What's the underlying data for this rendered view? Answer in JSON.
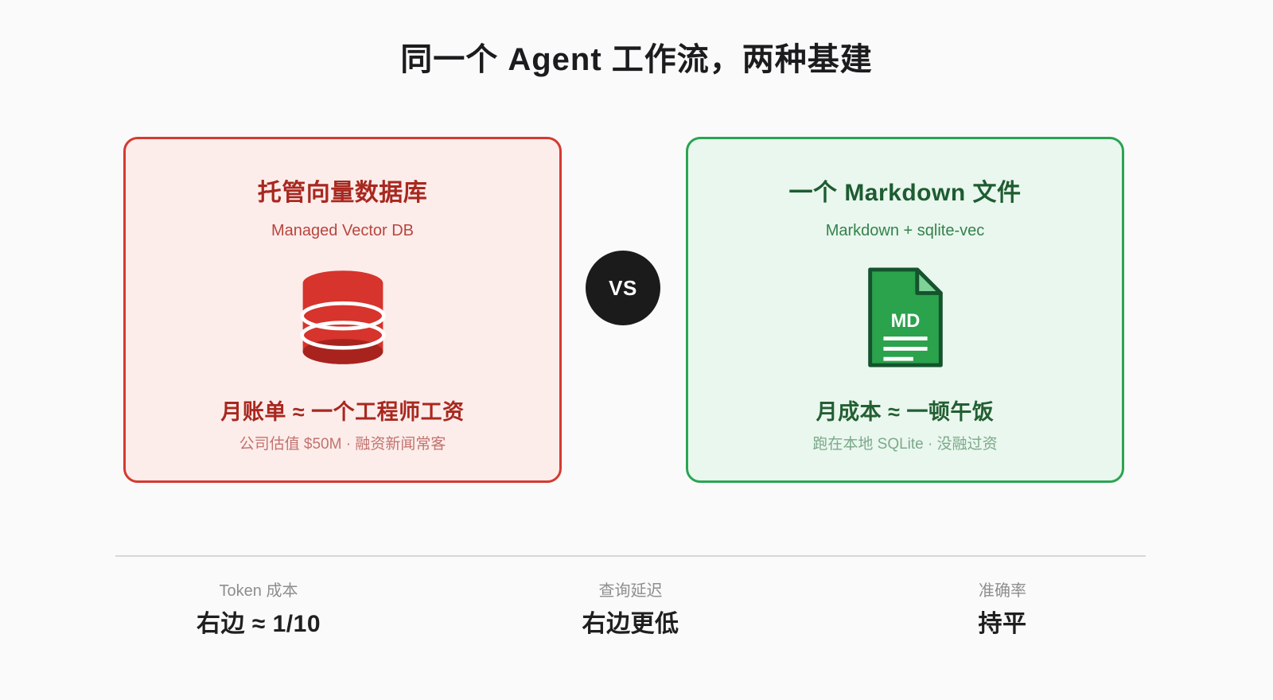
{
  "title": "同一个 Agent 工作流，两种基建",
  "vs_badge": "VS",
  "left_card": {
    "title": "托管向量数据库",
    "subtitle": "Managed Vector DB",
    "icon": "database-cylinder-icon",
    "cost_line": "月账单 ≈ 一个工程师工资",
    "note_line": "公司估值 $50M · 融资新闻常客",
    "colors": {
      "border": "#d43a31",
      "background": "#fcedeb",
      "title": "#a8281f",
      "subtitle": "#b8453e",
      "note": "#c3736e",
      "icon_body": "#d6342c",
      "icon_shadow": "#a8231e"
    }
  },
  "right_card": {
    "title": "一个 Markdown 文件",
    "subtitle": "Markdown + sqlite-vec",
    "icon": "markdown-file-icon",
    "icon_label": "MD",
    "cost_line": "月成本 ≈ 一顿午饭",
    "note_line": "跑在本地 SQLite · 没融过资",
    "colors": {
      "border": "#2aa452",
      "background": "#e9f7ee",
      "title": "#1e5c31",
      "subtitle": "#35824c",
      "note": "#7ca98a",
      "icon_body": "#2ba24c",
      "icon_fold": "#7fd197",
      "icon_outline": "#14532d"
    }
  },
  "stats": [
    {
      "label": "Token 成本",
      "value": "右边 ≈ 1/10"
    },
    {
      "label": "查询延迟",
      "value": "右边更低"
    },
    {
      "label": "准确率",
      "value": "持平"
    }
  ],
  "page_colors": {
    "background": "#fafafa",
    "title_text": "#1c1c1e",
    "vs_badge_bg": "#1b1b1b",
    "divider": "#d7d7d7",
    "stat_label": "#8e8e8e",
    "stat_value": "#1f1f1f"
  }
}
